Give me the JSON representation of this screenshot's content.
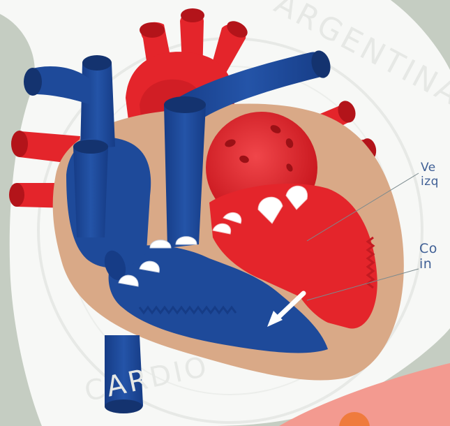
{
  "labels": {
    "left_ventricle": [
      "Ve",
      "izq"
    ],
    "ventricular_septum": [
      "Co",
      "in"
    ]
  },
  "watermark": {
    "top": "ARGENTINA",
    "bottom": "CARDIO"
  },
  "colors": {
    "background": "#c5cdc2",
    "card": "#f7f8f6",
    "blue": "#1e4a9a",
    "red": "#e4252b",
    "muscle": "#d9a987",
    "valve": "#ffffff",
    "label_text": "#3f5f95",
    "accent_pink": "#f39a90",
    "accent_orange": "#ef7b3d"
  },
  "icons": {
    "flow_arrow": "arrow-down-left-icon"
  }
}
